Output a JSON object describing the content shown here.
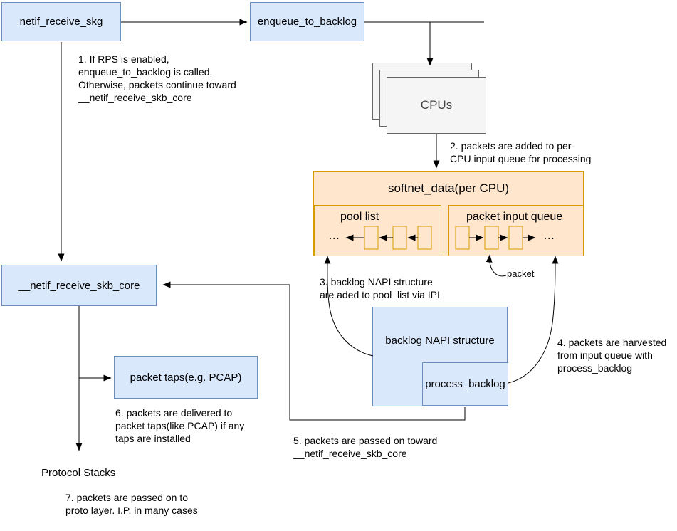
{
  "boxes": {
    "netif_receive_skg": "netif_receive_skg",
    "enqueue_to_backlog": "enqueue_to_backlog",
    "cpus": "CPUs",
    "softnet_data": "softnet_data(per CPU)",
    "pool_list": "pool list",
    "packet_input_queue": "packet input queue",
    "netif_receive_skb_core": "__netif_receive_skb_core",
    "packet_taps": "packet taps(e.g. PCAP)",
    "backlog_napi": "backlog NAPI structure",
    "process_backlog": "process_backlog"
  },
  "labels": {
    "pool_list_ellipsis": "...",
    "packet_queue_ellipsis": "...",
    "packet_pointer": "packet",
    "protocol_stacks": "Protocol Stacks"
  },
  "notes": {
    "step1": "1. If RPS is enabled,\nenqueue_to_backlog is called,\nOtherwise, packets continue toward\n__netif_receive_skb_core",
    "step2": "2. packets are added to per-\nCPU input queue for processing",
    "step3": "3. backlog NAPI structure\nare aded to pool_list via IPI",
    "step4": "4. packets are harvested\nfrom input queue with\nprocess_backlog",
    "step5": "5. packets are passed on toward\n__netif_receive_skb_core",
    "step6": "6. packets are delivered to\npacket taps(like PCAP) if any\ntaps are installed",
    "step7": "7. packets are passed on to\nproto layer. I.P. in many cases"
  },
  "colors": {
    "node_fill_blue": "#dae8fc",
    "node_border_blue": "#6c8ebf",
    "node_fill_orange": "#ffe6cc",
    "node_border_orange": "#d79b00",
    "node_fill_gray": "#f5f5f5",
    "node_border_gray": "#666666",
    "connector": "#000000",
    "background": "#ffffff"
  }
}
